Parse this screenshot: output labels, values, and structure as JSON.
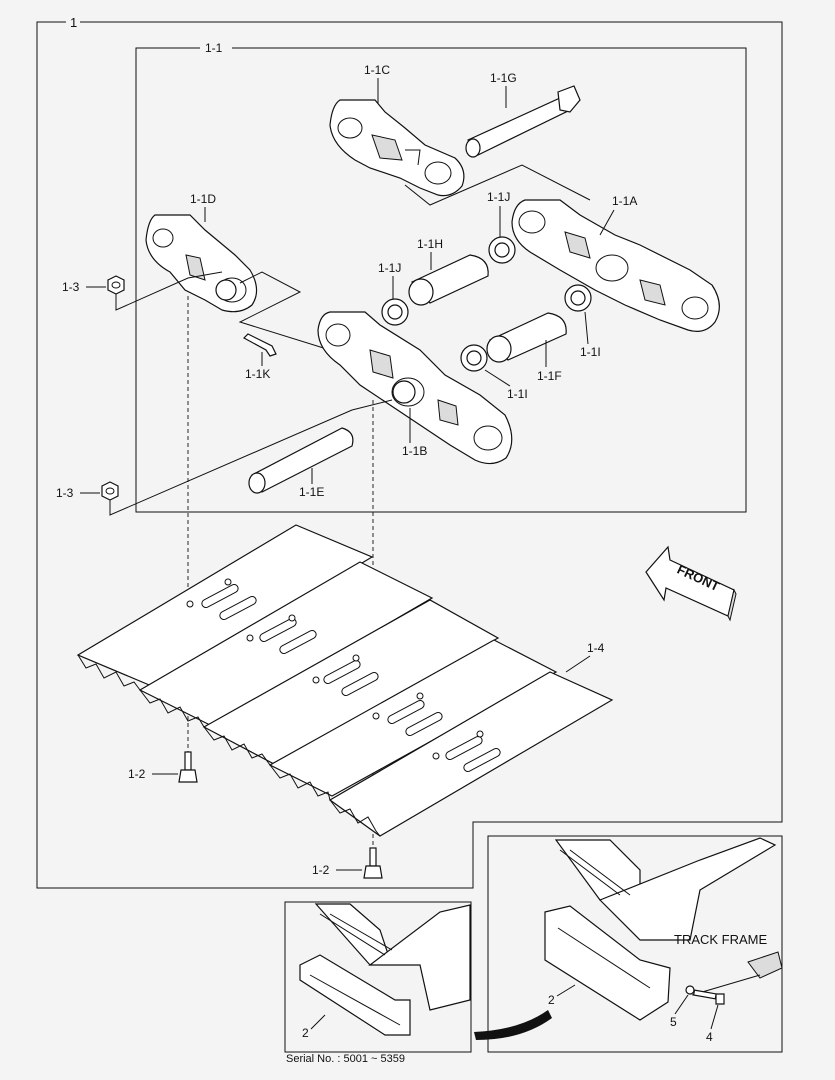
{
  "labels": {
    "assy": "1",
    "sub_assy": "1-1",
    "link_1c": "1-1C",
    "pin_1g": "1-1G",
    "link_1d": "1-1D",
    "seal_1j_top": "1-1J",
    "link_1a": "1-1A",
    "bushing_1h": "1-1H",
    "seal_1j_left": "1-1J",
    "nut_top": "1-3",
    "seal_1i_right": "1-1I",
    "bushing_1f": "1-1F",
    "seal_1i_mid": "1-1I",
    "key_1k": "1-1K",
    "link_1b": "1-1B",
    "pin_1e": "1-1E",
    "nut_bottom": "1-3",
    "shoe": "1-4",
    "front": "FRONT",
    "bolt_mid": "1-2",
    "bolt_bottom": "1-2",
    "track_frame": "TRACK FRAME",
    "guard_right": "2",
    "washer": "5",
    "bolt_guard": "4",
    "guard_left": "2"
  },
  "serial": "Serial No. : 5001 ~ 5359"
}
